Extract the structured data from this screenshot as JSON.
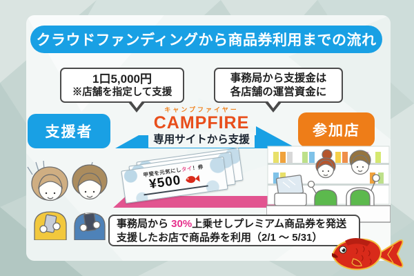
{
  "header": {
    "title": "クラウドファンディングから商品券利用までの流れ"
  },
  "bubbles": {
    "supporter": {
      "line1": "1口5,000円",
      "line2": "※店舗を指定して支援"
    },
    "office": {
      "line1": "事務局から支援金は",
      "line2": "各店舗の運営資金に"
    }
  },
  "flow": {
    "supporter_label": "支援者",
    "store_label": "参加店",
    "platform_furigana": "キャンプファイヤー",
    "platform_name": "CAMPFIRE",
    "platform_caption": "専用サイトから支援"
  },
  "voucher": {
    "title_prefix": "甲斐を元気にし",
    "title_accent": "タイ",
    "title_suffix": "！券",
    "amount": "¥500"
  },
  "bottom_note": {
    "line1_prefix": "事務局から ",
    "line1_accent": "30%",
    "line1_suffix": "上乗せしプレミアム商品券を発送",
    "line2": "支援したお店で商品券を利用（2/1 ～ 5/31）"
  },
  "colors": {
    "blue": "#19a0e4",
    "orange": "#ee7d18",
    "campfire_red": "#e84e1b",
    "arrow_pink": "#e25490",
    "accent_pink": "#e62e8b"
  }
}
